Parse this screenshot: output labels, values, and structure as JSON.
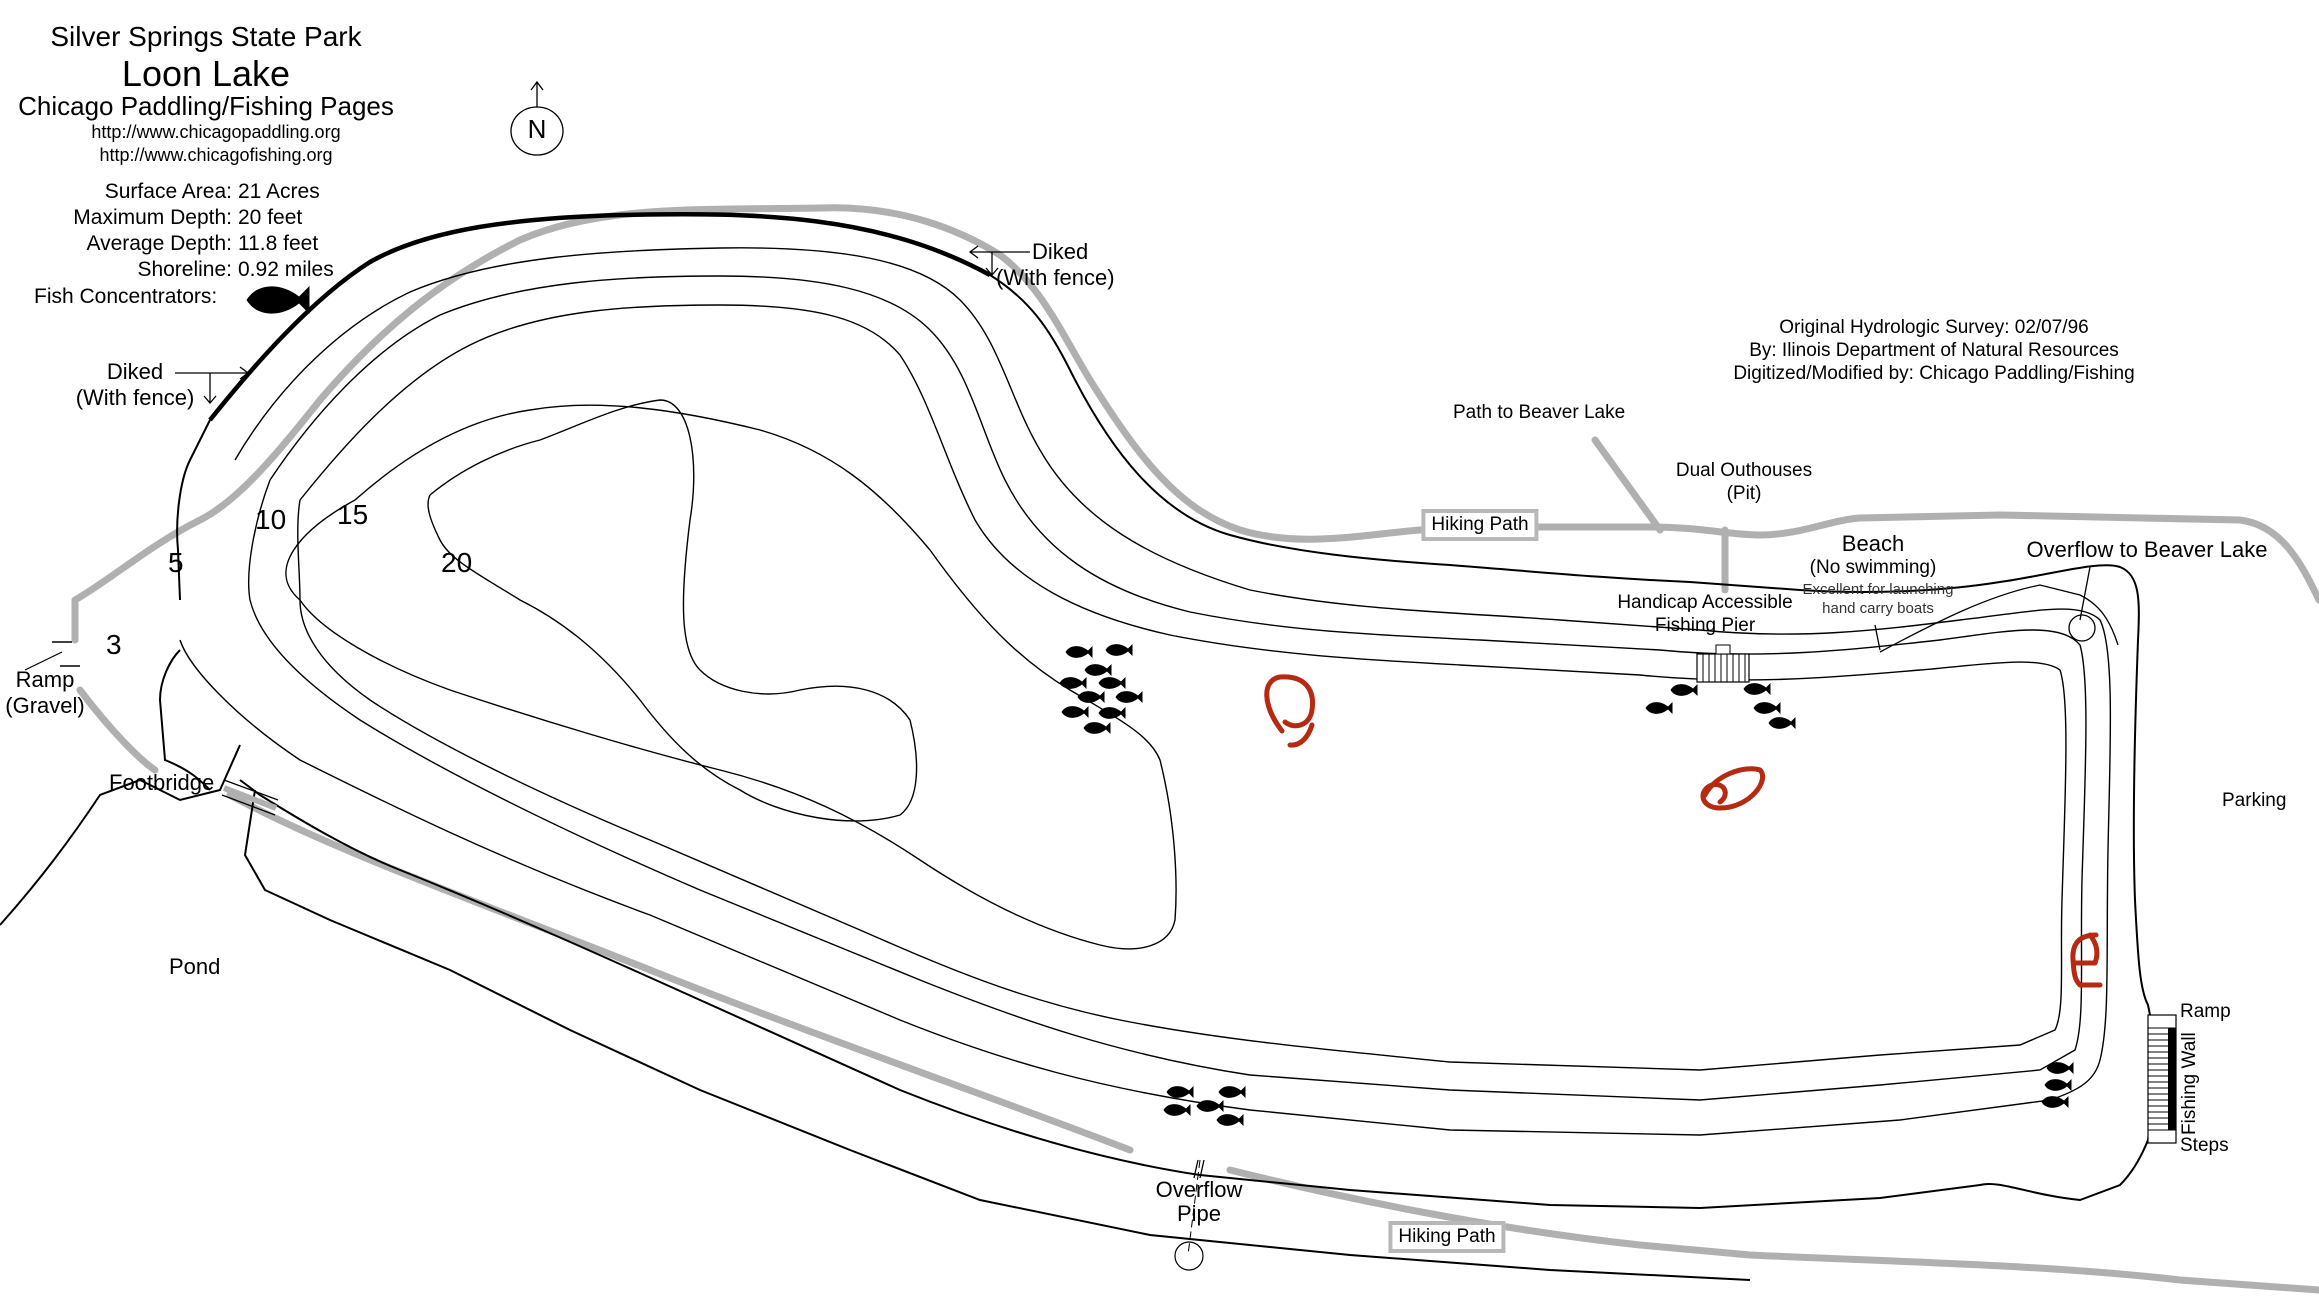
{
  "header": {
    "park": "Silver Springs State Park",
    "lake": "Loon Lake",
    "publisher": "Chicago Paddling/Fishing Pages",
    "url1": "http://www.chicagopaddling.org",
    "url2": "http://www.chicagofishing.org"
  },
  "stats": [
    {
      "label": "Surface Area:",
      "value": "21 Acres"
    },
    {
      "label": "Maximum Depth:",
      "value": "20 feet"
    },
    {
      "label": "Average Depth:",
      "value": "11.8 feet"
    },
    {
      "label": "Shoreline:",
      "value": "0.92 miles"
    }
  ],
  "legend": {
    "fish_concentrators": "Fish Concentrators:",
    "icon": "fish-icon"
  },
  "compass": {
    "label": "N",
    "icon": "north-arrow-icon"
  },
  "survey": {
    "line1": "Original Hydrologic Survey: 02/07/96",
    "line2": "By: Ilinois Department of Natural Resources",
    "line3": "Digitized/Modified by: Chicago Paddling/Fishing"
  },
  "depth_labels": [
    "3",
    "5",
    "10",
    "15",
    "20"
  ],
  "labels": {
    "diked_left_1": "Diked",
    "diked_left_2": "(With fence)",
    "diked_top_1": "Diked",
    "diked_top_2": "(With fence)",
    "ramp_gravel_1": "Ramp",
    "ramp_gravel_2": "(Gravel)",
    "footbridge": "Footbridge",
    "pond": "Pond",
    "path_beaver": "Path to Beaver Lake",
    "outhouses_1": "Dual Outhouses",
    "outhouses_2": "(Pit)",
    "hiking_path_top": "Hiking Path",
    "hiking_path_bottom": "Hiking Path",
    "beach_1": "Beach",
    "beach_2": "(No swimming)",
    "beach_3": "Excellent for launching",
    "beach_4": "hand carry boats",
    "pier_1": "Handicap Accessible",
    "pier_2": "Fishing Pier",
    "overflow_beaver": "Overflow to Beaver Lake",
    "parking": "Parking",
    "ramp_right": "Ramp",
    "fishing_wall": "Fishing Wall",
    "steps": "Steps",
    "overflow_pipe_1": "Overflow",
    "overflow_pipe_2": "Pipe"
  },
  "colors": {
    "annotation_red": "#b52a10",
    "path_gray": "#b0b0b0"
  }
}
